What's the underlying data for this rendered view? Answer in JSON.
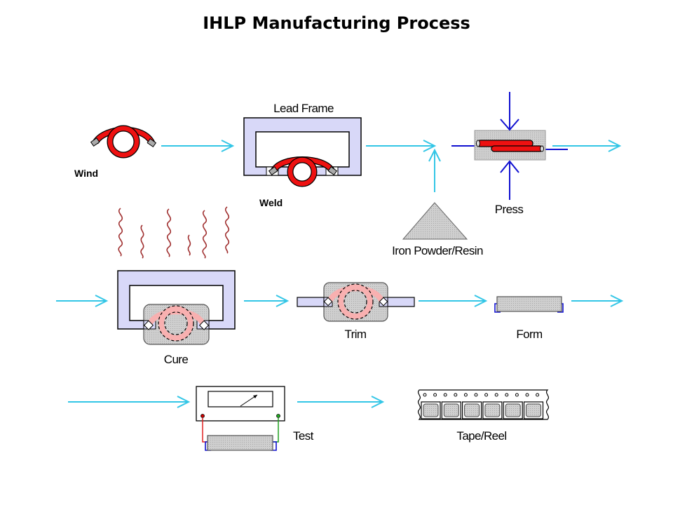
{
  "title": "IHLP Manufacturing Process",
  "steps": {
    "wind": "Wind",
    "lead_frame": "Lead Frame",
    "weld": "Weld",
    "iron_powder": "Iron Powder/Resin",
    "press": "Press",
    "cure": "Cure",
    "trim": "Trim",
    "form": "Form",
    "test": "Test",
    "tape_reel": "Tape/Reel"
  },
  "colors": {
    "flow_arrow": "#33c6e6",
    "press_arrow": "#1010d0",
    "coil": "#ee1111",
    "lead_frame": "#d8d8f8",
    "heat": "#a03030"
  }
}
